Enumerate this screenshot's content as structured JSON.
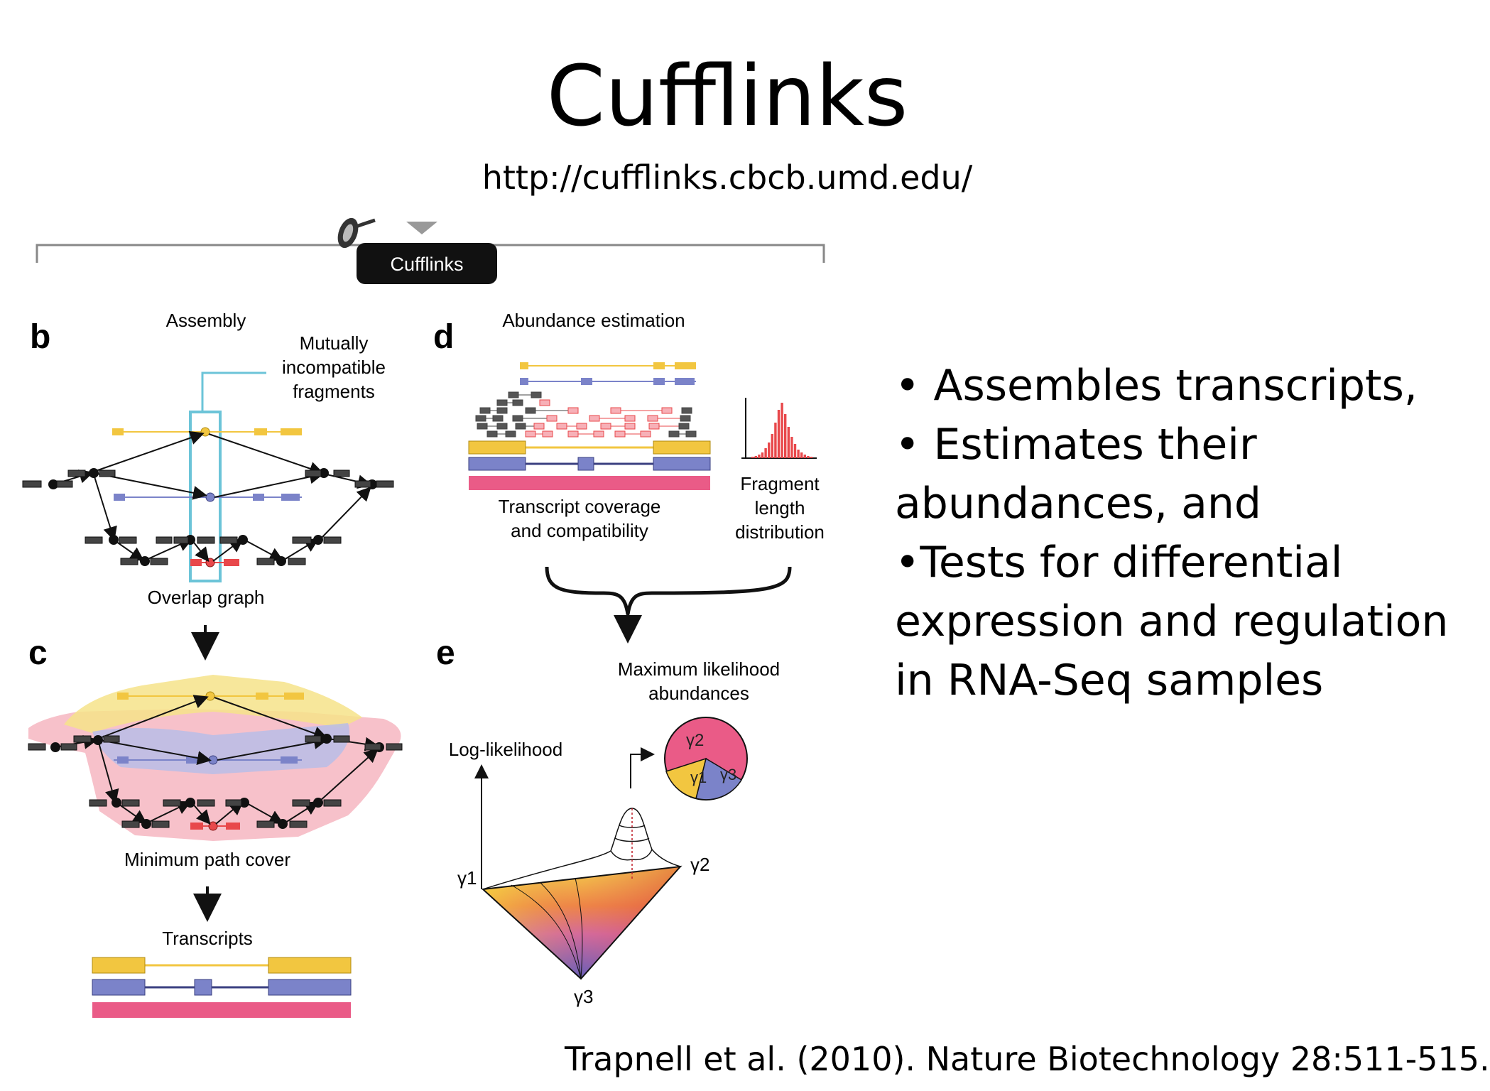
{
  "slide": {
    "title": "Cufflinks",
    "url": "http://cufflinks.cbcb.umd.edu/",
    "bullets": [
      "• Assembles transcripts,",
      "• Estimates their",
      "abundances, and",
      "•Tests for differential",
      "expression and regulation",
      "in RNA-Seq samples"
    ],
    "citation": "Trapnell et al. (2010). Nature Biotechnology 28:511-515."
  },
  "figure": {
    "tool_label": "Cufflinks",
    "panels": {
      "b": {
        "letter": "b",
        "title": "Assembly",
        "callout": [
          "Mutually",
          "incompatible",
          "fragments"
        ],
        "caption": "Overlap graph"
      },
      "c": {
        "letter": "c",
        "caption": "Minimum path cover",
        "output": "Transcripts"
      },
      "d": {
        "letter": "d",
        "title": "Abundance estimation",
        "coverage_caption": [
          "Transcript coverage",
          "and compatibility"
        ],
        "fragment_caption": [
          "Fragment",
          "length",
          "distribution"
        ]
      },
      "e": {
        "letter": "e",
        "title": [
          "Maximum likelihood",
          "abundances"
        ],
        "y_axis": "Log-likelihood",
        "gamma1": "γ1",
        "gamma2": "γ2",
        "gamma3": "γ3"
      }
    },
    "colors": {
      "yellow": "#f2c640",
      "blue": "#7b83c9",
      "pink": "#ea5b87",
      "red": "#e8484b",
      "cyan": "#6cc4d8",
      "dark": "#222222"
    }
  }
}
